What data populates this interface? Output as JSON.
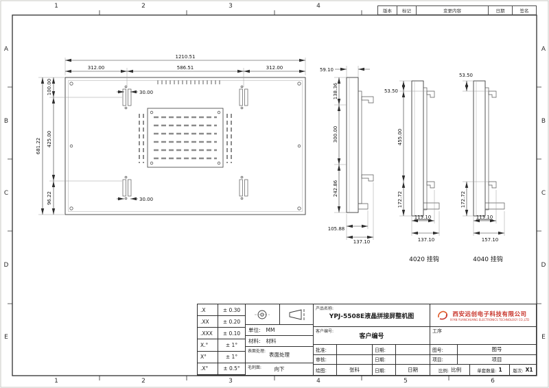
{
  "sheet": {
    "cols": [
      "1",
      "2",
      "3",
      "4",
      "5",
      "6"
    ],
    "rows": [
      "A",
      "B",
      "C",
      "D",
      "E"
    ]
  },
  "revision_table": {
    "headers": [
      "版本",
      "标记",
      "变更内容",
      "日期",
      "签名"
    ]
  },
  "front_view": {
    "dims": {
      "width_total": "1210.51",
      "width_left": "312.00",
      "width_center": "586.51",
      "width_right": "312.00",
      "bracket_width_top": "30.00",
      "bracket_width_bottom": "30.00",
      "height_top": "100.00",
      "height_total": "681.22",
      "height_mid": "425.00",
      "height_bottom": "96.22"
    }
  },
  "side_view": {
    "dims": {
      "depth": "59.10",
      "seg_top": "138.36",
      "seg_mid": "300.00",
      "seg_bottom": "242.86",
      "depth_inner": "105.88",
      "depth_overall": "137.10"
    }
  },
  "hook_4020": {
    "label": "4020 挂钩",
    "dims": {
      "top_offset": "53.50",
      "hook_span": "455.00",
      "bottom_offset": "172.72",
      "depth_inner": "113.10",
      "depth_overall": "137.10"
    }
  },
  "hook_4040": {
    "label": "4040 挂钩",
    "dims": {
      "top_offset": "53.50",
      "bottom_offset": "172.72",
      "depth_inner": "113.10",
      "depth_overall": "157.10"
    }
  },
  "title_block": {
    "tolerances": [
      {
        "label": ".X",
        "value": "± 0.30"
      },
      {
        "label": ".XX",
        "value": "± 0.20"
      },
      {
        "label": ".XXX",
        "value": "± 0.10"
      },
      {
        "label": "X.°",
        "value": "± 1°"
      },
      {
        "label": "X°",
        "value": "± 1°"
      },
      {
        "label": ".X°",
        "value": "± 0.5°"
      }
    ],
    "unit_label": "单位:",
    "unit_value": "MM",
    "material_label": "材料:",
    "material_value": "材料",
    "surface_label": "表面处理:",
    "surface_value": "表面处理",
    "burr_label": "毛刺面:",
    "burr_value": "向下",
    "product_name_label": "产品名称:",
    "product_name": "YPJ-5508E液晶拼接屏整机图",
    "customer_no_label": "客户编号:",
    "customer_no": "客户编号",
    "approve_label": "批准:",
    "review_label": "审核:",
    "draw_label": "绘图:",
    "draw_value": "张科",
    "date_label": "日期:",
    "date_value": "日期",
    "process_label": "工序",
    "drawing_no_label": "图号:",
    "drawing_no_value": "图号",
    "project_label": "项目:",
    "project_value": "项目",
    "scale_label": "比例:",
    "scale_value": "比例",
    "qty_label": "单套数量:",
    "qty_value": "1",
    "rev_label": "版次:",
    "rev_value": "X1",
    "company_cn": "西安远创电子科技有限公司",
    "company_en": "XI'AN YUANCHUANG ELECTRONICS TECHNOLOGY CO.,LTD"
  },
  "colors": {
    "line": "#3a3a3a",
    "accent_red": "#c8342a",
    "sheet": "#ffffff"
  }
}
